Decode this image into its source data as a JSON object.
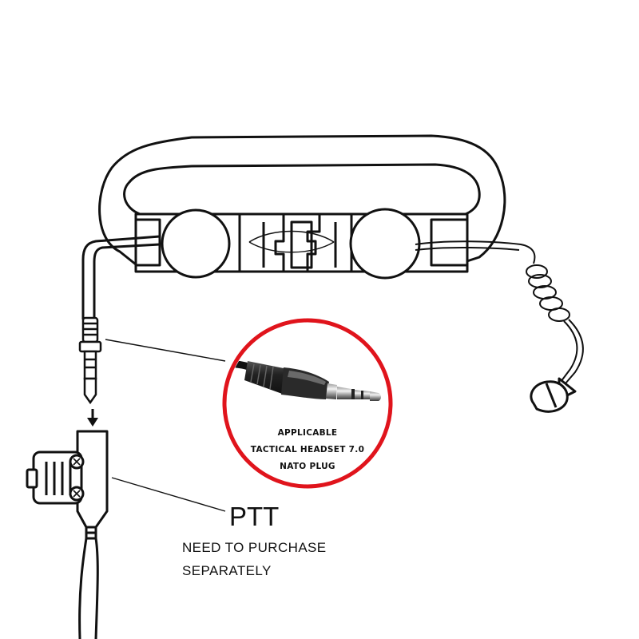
{
  "callout": {
    "line1": "APPLICABLE",
    "line2": "TACTICAL HEADSET 7.0",
    "line3": "NATO PLUG",
    "ring_color": "#e0141c"
  },
  "ptt": {
    "title": "PTT",
    "note_line1": "NEED TO PURCHASE",
    "note_line2": "SEPARATELY"
  }
}
